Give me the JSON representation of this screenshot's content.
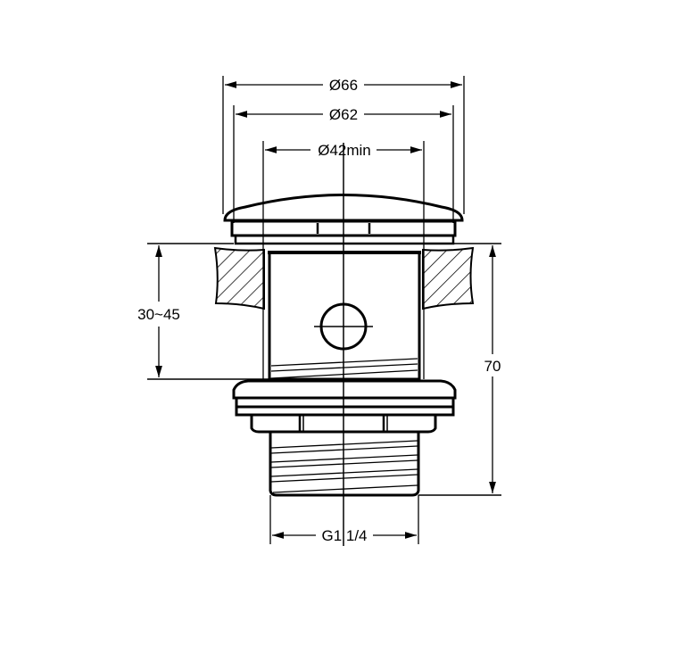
{
  "drawing": {
    "title": "Pop-up waste technical drawing",
    "dimensions": {
      "outer_diameter": "Ø66",
      "cap_diameter": "Ø62",
      "hole_min_diameter": "Ø42min",
      "basin_thickness": "30~45",
      "total_height": "70",
      "thread": "G1 1/4"
    },
    "line_color": "#000000",
    "background": "#ffffff"
  }
}
